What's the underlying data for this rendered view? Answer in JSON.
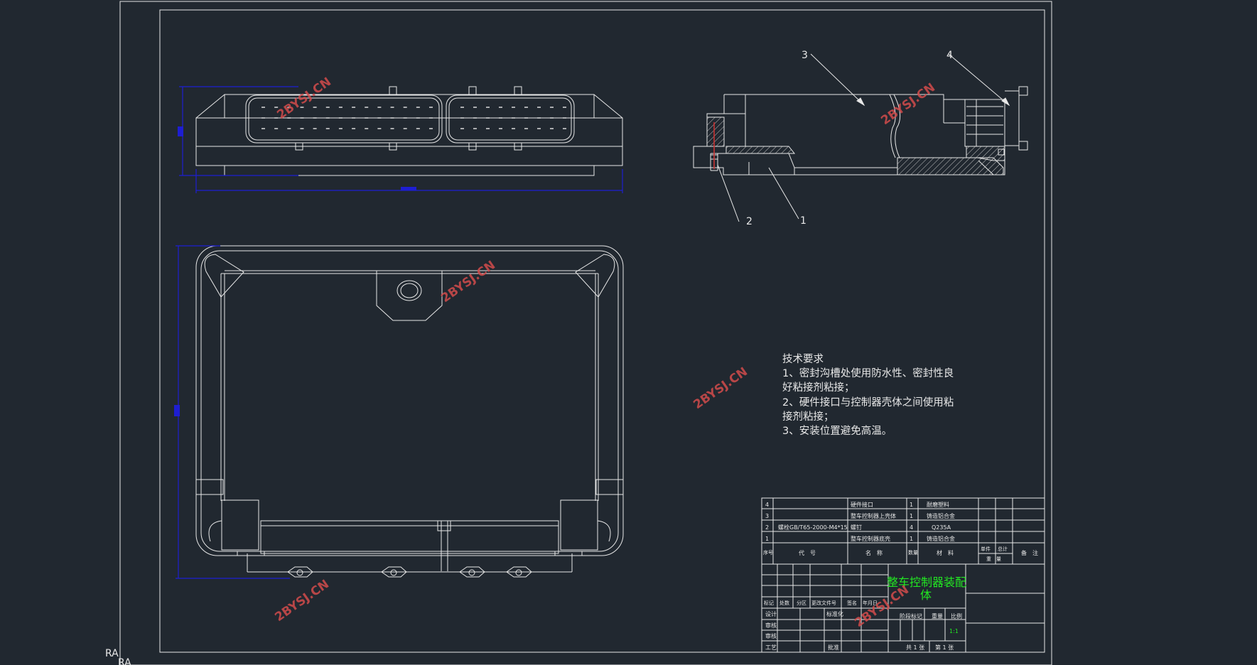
{
  "corner_labels": [
    "RA",
    "RA"
  ],
  "callouts": [
    "1",
    "2",
    "3",
    "4"
  ],
  "watermark": "2BYSJ.CN",
  "tech_requirements": {
    "heading": "技术要求",
    "lines": [
      "1、密封沟槽处使用防水性、密封性良",
      "好粘接剂粘接；",
      "2、硬件接口与控制器壳体之间使用粘",
      "接剂粘接；",
      "3、安装位置避免高温。"
    ]
  },
  "parts_list": {
    "rows": [
      {
        "no": "4",
        "code": "",
        "name": "硬件接口",
        "qty": "1",
        "material": "耐磨塑料"
      },
      {
        "no": "3",
        "code": "",
        "name": "整车控制器上壳体",
        "qty": "1",
        "material": "铸造铝合金"
      },
      {
        "no": "2",
        "code": "螺栓GB/T65-2000-M4*15",
        "name": "螺钉",
        "qty": "4",
        "material": "Q235A"
      },
      {
        "no": "1",
        "code": "",
        "name": "整车控制器底壳",
        "qty": "1",
        "material": "铸造铝合金"
      }
    ],
    "header": {
      "no": "序号",
      "code": "代　号",
      "name": "名　称",
      "qty": "数量",
      "material": "材　料",
      "unit": "单件",
      "total": "总计",
      "mass": "重　量",
      "remark": "备　注"
    }
  },
  "title_block": {
    "title_line1": "整车控制器装配",
    "title_line2": "体",
    "revision_labels": [
      "标记",
      "处数",
      "分区",
      "更改文件号",
      "签名",
      "年月日"
    ],
    "role_labels": [
      "设计",
      "审核",
      "审核",
      "工艺"
    ],
    "standardize": "标准化",
    "approve": "批准",
    "stage_mark": "阶段标记",
    "weight": "重量",
    "scale_label": "比例",
    "scale_value": "1:1",
    "sheets_total": "共 1 张",
    "sheet_no": "第 1 张"
  },
  "colors": {
    "background": "#212830",
    "line": "#e8e8e8",
    "dimension": "#1e1ed2",
    "watermark": "#d24b4b",
    "title": "#22e822",
    "section_red": "#c83232"
  }
}
